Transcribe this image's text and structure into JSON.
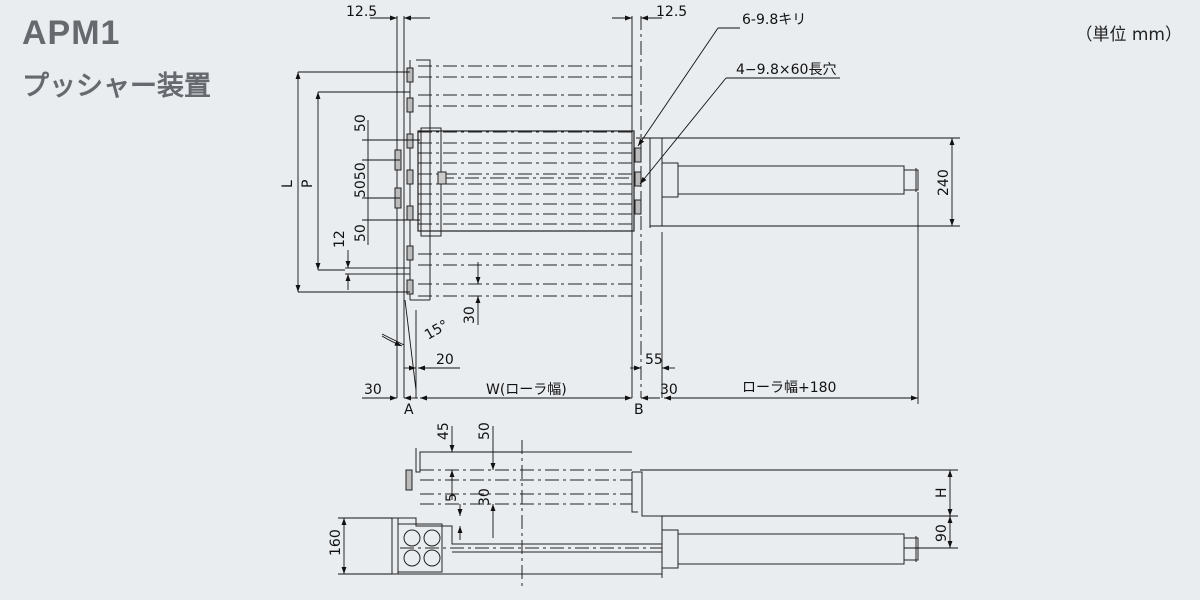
{
  "header": {
    "model": "APM1",
    "name": "プッシャー装置",
    "unit": "（単位 mm）"
  },
  "dims": {
    "d12_5_left": "12.5",
    "d12_5_right": "12.5",
    "hole_note": "6-9.8キリ",
    "slot_note": "4−9.8×60長穴",
    "L": "L",
    "P": "P",
    "d50_top": "50",
    "d5050": "5050",
    "d50_bottom": "50",
    "d12": "12",
    "d240": "240",
    "d15deg": "15°",
    "d30_v": "30",
    "d20": "20",
    "d55": "55",
    "d30_left": "30",
    "W": "W(ローラ幅)",
    "d30_right": "30",
    "roller_plus": "ローラ幅+180",
    "A": "A",
    "B": "B",
    "d45": "45",
    "d50_side": "50",
    "d5": "5",
    "d30_side": "30",
    "d160": "160",
    "H": "H",
    "d90": "90"
  }
}
